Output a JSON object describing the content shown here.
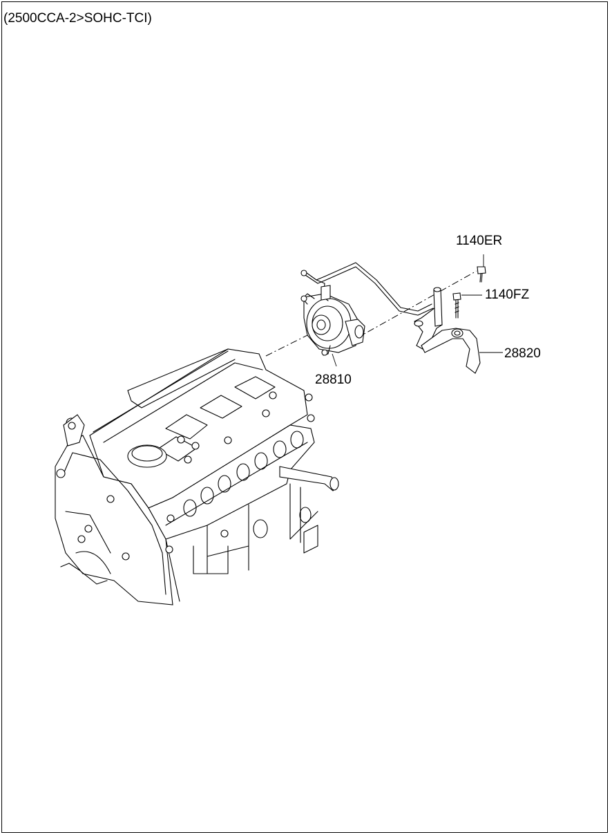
{
  "header": {
    "title": "(2500CCA-2>SOHC-TCI)"
  },
  "callouts": {
    "bolt_a": "1140ER",
    "bolt_b": "1140FZ",
    "vacuum_pump": "28810",
    "vacuum_hose": "28820"
  }
}
